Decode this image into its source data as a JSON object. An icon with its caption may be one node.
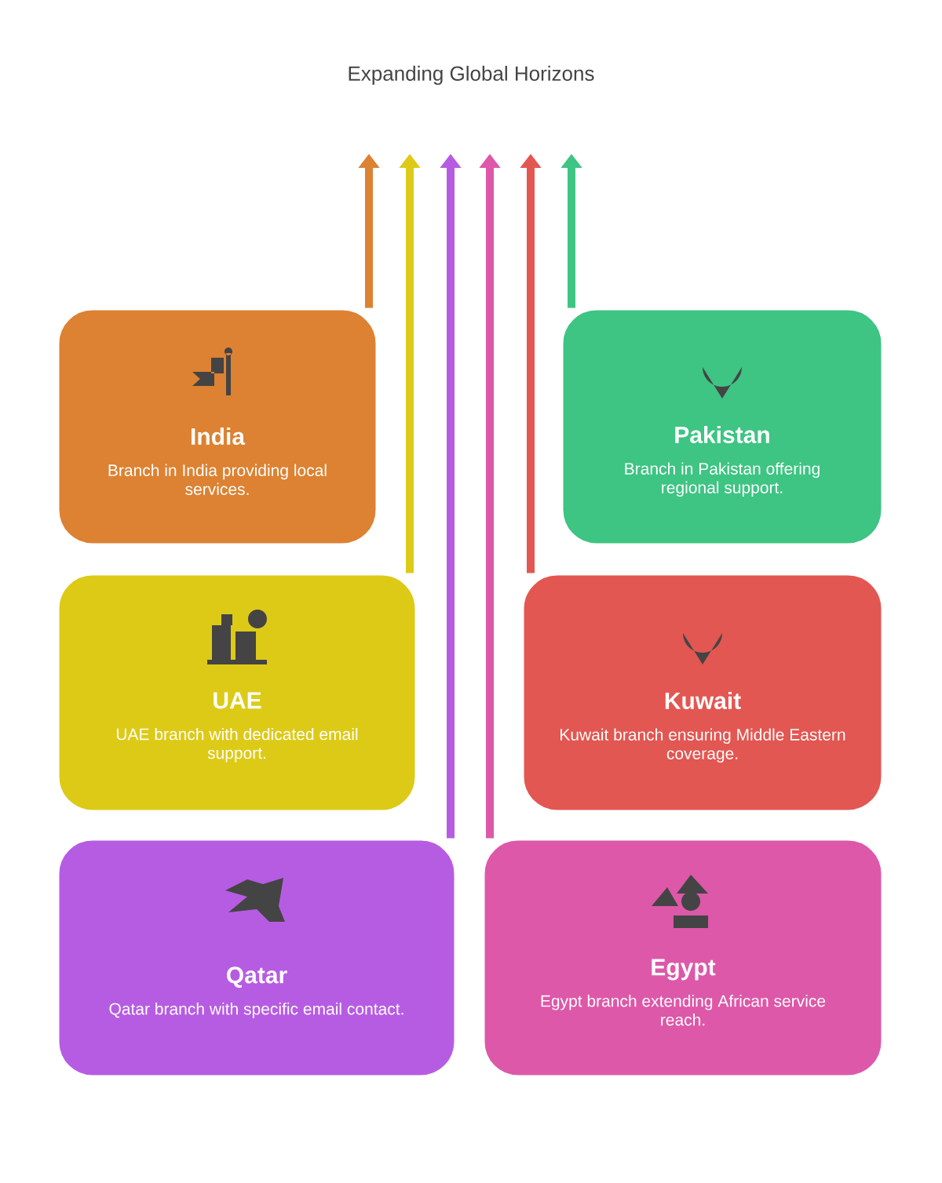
{
  "diagram": {
    "title": "Expanding Global Horizons",
    "nodes": [
      {
        "text": [
          "India",
          "Branch in India providing local services."
        ]
      },
      {
        "text": [
          "Pakistan",
          "Branch in Pakistan offering regional support."
        ]
      },
      {
        "text": [
          "UAE",
          "UAE branch with dedicated email support."
        ]
      },
      {
        "text": [
          "Kuwait",
          "Kuwait branch ensuring Middle Eastern coverage."
        ]
      },
      {
        "text": [
          "Qatar",
          "Qatar branch with specific email contact."
        ]
      },
      {
        "text": [
          "Egypt",
          "Egypt branch extending African service reach."
        ]
      }
    ],
    "edges": [
      {
        "from": 0,
        "to": null,
        "arrow": "to",
        "color": "#dc8232"
      },
      {
        "from": 1,
        "to": null,
        "arrow": "to",
        "color": "#3ec483"
      },
      {
        "from": 2,
        "to": null,
        "arrow": "to",
        "color": "#ddca17"
      },
      {
        "from": 3,
        "to": null,
        "arrow": "to",
        "color": "#e25752"
      },
      {
        "from": 4,
        "to": null,
        "arrow": "to",
        "color": "#b65ce2"
      },
      {
        "from": 5,
        "to": null,
        "arrow": "to",
        "color": "#dd58a8"
      }
    ]
  }
}
